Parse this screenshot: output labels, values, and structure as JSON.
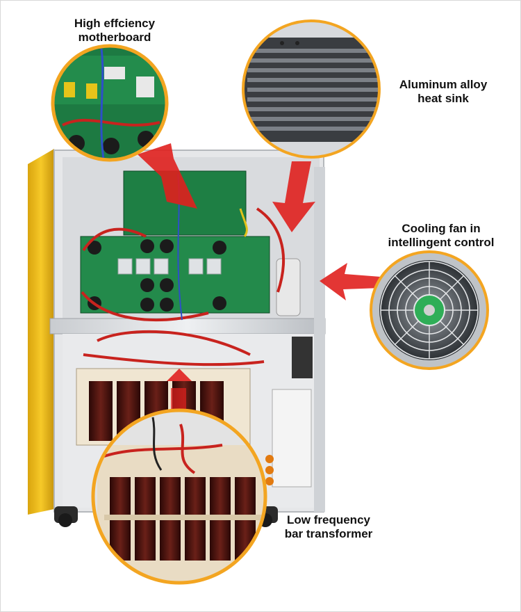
{
  "colors": {
    "accent_ring": "#f3a521",
    "arrow_red": "#e0201e",
    "cabinet_yellow": "#f2c01b",
    "pcb_green": "#1f8a4c",
    "coil_brown": "#4a1410"
  },
  "callouts": {
    "motherboard": {
      "line1": "High effciency",
      "line2": "motherboard"
    },
    "heat_sink": {
      "line1": "Aluminum alloy",
      "line2": "heat sink"
    },
    "cooling_fan": {
      "line1": "Cooling fan in",
      "line2": "intellingent control"
    },
    "transformer": {
      "line1": "Low frequency",
      "line2": "bar transformer"
    }
  }
}
